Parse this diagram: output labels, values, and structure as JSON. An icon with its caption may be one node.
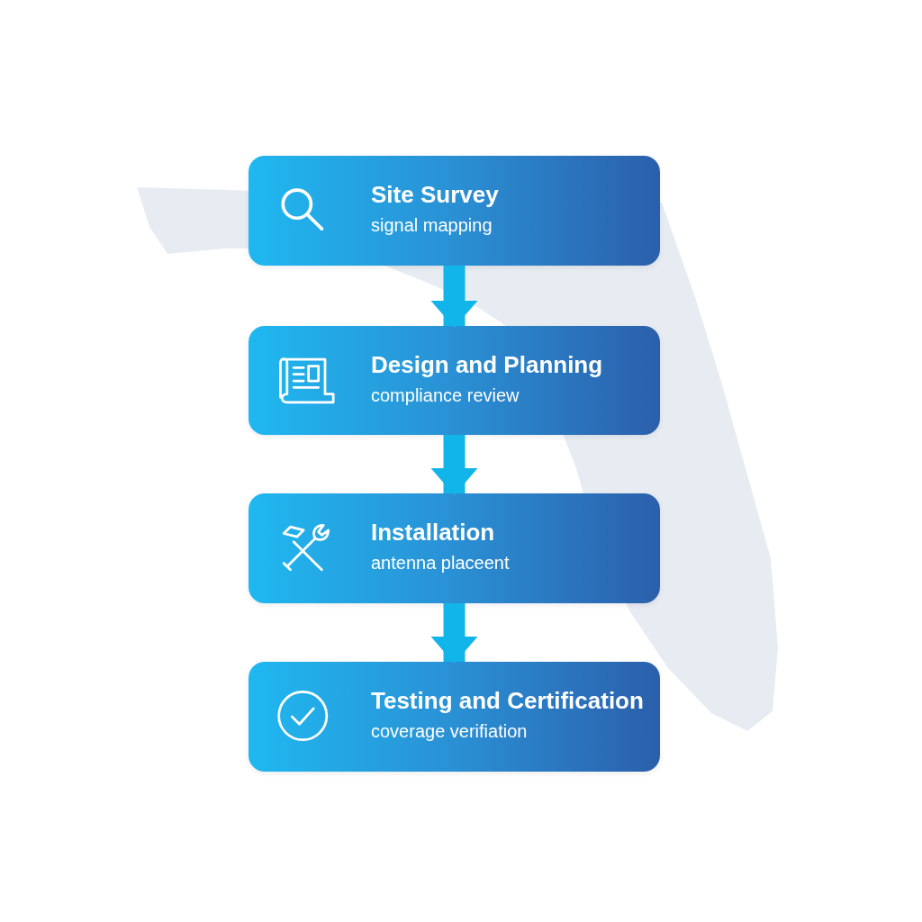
{
  "diagram": {
    "nodes": [
      {
        "text": [
          "Site Survey",
          "signal mapping"
        ]
      },
      {
        "text": [
          "Design and Planning",
          "compliance review"
        ]
      },
      {
        "text": [
          "Installation",
          "antenna placeent"
        ]
      },
      {
        "text": [
          "Testing and Certification",
          "coverage verifiation"
        ]
      }
    ],
    "edges": [
      {
        "from": 0,
        "to": 1,
        "arrow": "to"
      },
      {
        "from": 1,
        "to": 2,
        "arrow": "to"
      },
      {
        "from": 2,
        "to": 3,
        "arrow": "to"
      }
    ]
  }
}
